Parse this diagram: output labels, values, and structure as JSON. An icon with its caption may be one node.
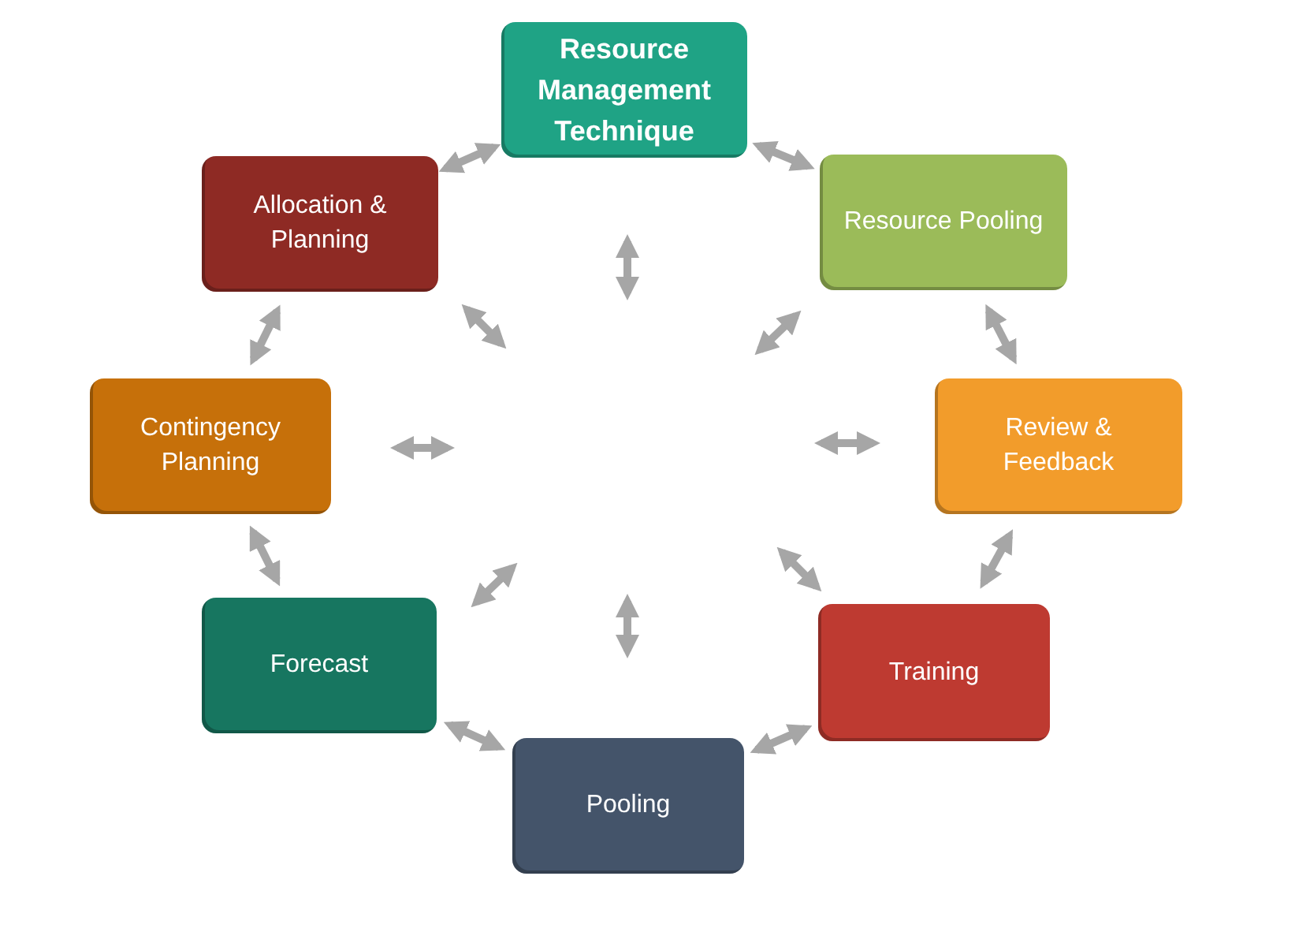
{
  "diagram": {
    "nodes": [
      {
        "text": [
          "Resource Management Technique"
        ]
      },
      {
        "text": [
          "Resource Pooling"
        ]
      },
      {
        "text": [
          "Review & Feedback"
        ]
      },
      {
        "text": [
          "Training"
        ]
      },
      {
        "text": [
          "Pooling"
        ]
      },
      {
        "text": [
          "Forecast"
        ]
      },
      {
        "text": [
          "Contingency Planning"
        ]
      },
      {
        "text": [
          "Allocation & Planning"
        ]
      }
    ],
    "edges": [
      {
        "from": 0,
        "to": 1,
        "arrow": "both"
      },
      {
        "from": 1,
        "to": 2,
        "arrow": "both"
      },
      {
        "from": 2,
        "to": 3,
        "arrow": "both"
      },
      {
        "from": 3,
        "to": 4,
        "arrow": "both"
      },
      {
        "from": 4,
        "to": 5,
        "arrow": "both"
      },
      {
        "from": 5,
        "to": 6,
        "arrow": "both"
      },
      {
        "from": 6,
        "to": 7,
        "arrow": "both"
      },
      {
        "from": 7,
        "to": 0,
        "arrow": "both"
      }
    ]
  }
}
